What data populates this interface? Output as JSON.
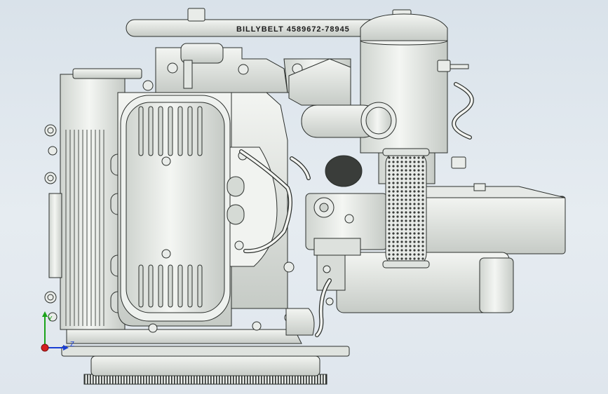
{
  "app": {
    "view": "cad-model-viewport"
  },
  "model": {
    "belt_label": "BILLYBELT 4589672-78945"
  },
  "triad": {
    "axis_z": "Z",
    "axis_y": "Y"
  },
  "colors": {
    "background_top": "#d9e2ea",
    "background_bottom": "#dfe6ed",
    "part_fill": "#eef1ee",
    "part_shade": "#c9cec9",
    "part_dark": "#9aa19b",
    "outline": "#2b2f2c",
    "belt_text": "#1b1b1b",
    "axis_x": "#d42020",
    "axis_y": "#1aa31a",
    "axis_z": "#1a3fd4"
  },
  "icons": {
    "triad": "coordinate-triad-icon"
  }
}
